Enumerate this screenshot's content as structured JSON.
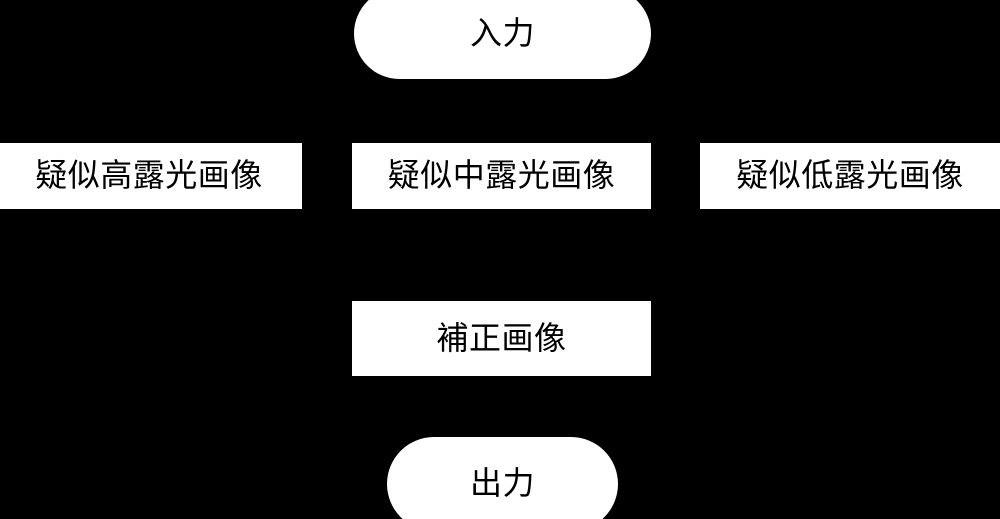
{
  "diagram": {
    "title": "",
    "background_color": "#000000",
    "node_fill_color": "#ffffff",
    "node_text_color": "#000000",
    "nodes": {
      "input": {
        "label": "入力",
        "shape": "terminal-pill"
      },
      "pseudo_high": {
        "label": "疑似高露光画像",
        "shape": "process-rect"
      },
      "pseudo_mid": {
        "label": "疑似中露光画像",
        "shape": "process-rect"
      },
      "pseudo_low": {
        "label": "疑似低露光画像",
        "shape": "process-rect"
      },
      "corrected": {
        "label": "補正画像",
        "shape": "process-rect"
      },
      "output": {
        "label": "出力",
        "shape": "terminal-pill"
      }
    },
    "edges": [
      {
        "from": "入力",
        "to": "疑似高露光画像"
      },
      {
        "from": "入力",
        "to": "疑似中露光画像"
      },
      {
        "from": "入力",
        "to": "疑似低露光画像"
      },
      {
        "from": "疑似高露光画像",
        "to": "補正画像"
      },
      {
        "from": "疑似中露光画像",
        "to": "補正画像"
      },
      {
        "from": "疑似低露光画像",
        "to": "補正画像"
      },
      {
        "from": "補正画像",
        "to": "出力"
      }
    ]
  }
}
